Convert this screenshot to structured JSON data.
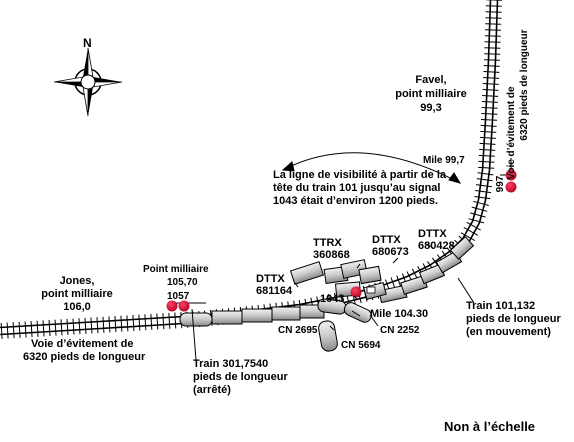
{
  "compass": {
    "north": "N"
  },
  "locations": {
    "favel": {
      "line1": "Favel,",
      "line2": "point milliaire",
      "line3": "99,3"
    },
    "jones": {
      "line1": "Jones,",
      "line2": "point milliaire",
      "line3": "106,0"
    }
  },
  "siding_right": {
    "line1": "Voie d’évitement de",
    "line2": "6320 pieds de longueur"
  },
  "siding_left": {
    "line1": "Voie d’évitement de",
    "line2": "6320 pieds de longueur"
  },
  "mile_99_7": "Mile 99,7",
  "signal_997": "997",
  "signal_1057": "1057",
  "signal_1043": "1043",
  "point_milliaire_1057": {
    "line1": "Point milliaire",
    "line2": "105,70"
  },
  "sightline_note": {
    "line1": "La ligne de visibilité à partir de la",
    "line2": "tête du train 101 jusqu’au signal",
    "line3": "1043 était d’environ 1200 pieds."
  },
  "cars": {
    "ttrx": {
      "line1": "TTRX",
      "line2": "360868"
    },
    "dttx_680673": {
      "line1": "DTTX",
      "line2": "680673"
    },
    "dttx_680428": {
      "line1": "DTTX",
      "line2": "680428"
    },
    "dttx_681164": {
      "line1": "DTTX",
      "line2": "681164"
    },
    "cn_2695": "CN 2695",
    "cn_2252": "CN 2252",
    "cn_5694": "CN 5694"
  },
  "mile_104_30": "Mile 104.30",
  "train_101": {
    "line1": "Train 101,132",
    "line2": "pieds de longueur",
    "line3": "(en mouvement)"
  },
  "train_301": {
    "line1": "Train 301,7540",
    "line2": "pieds de longueur",
    "line3": "(arrêté)"
  },
  "scale_note": "Non à l’échelle",
  "colors": {
    "signal": "#cc1133",
    "car_fill": "#d8d8d8",
    "line": "#000000",
    "background": "#ffffff"
  }
}
